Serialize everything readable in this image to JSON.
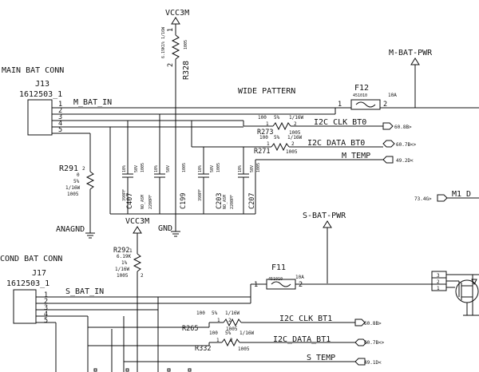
{
  "nets": {
    "vcc3m_top": "VCC3M",
    "vcc3m_mid": "VCC3M",
    "m_bat_pwr": "M-BAT-PWR",
    "s_bat_pwr": "S-BAT-PWR",
    "wide_pattern": "WIDE PATTERN",
    "m_bat_in": "M_BAT_IN",
    "s_bat_in": "S_BAT_IN",
    "i2c_clk_bt0": "I2C_CLK_BT0",
    "i2c_data_bt0": "I2C_DATA_BT0",
    "m_temp": "M_TEMP",
    "i2c_clk_bt1": "I2C_CLK_BT1",
    "i2c_data_bt1": "I2C_DATA_BT1",
    "s_temp": "S_TEMP",
    "m1_d": "M1_D",
    "anagnd": "ANAGND",
    "gnd": "GND"
  },
  "connectors": {
    "main": {
      "title": "MAIN BAT CONN",
      "ref": "J13",
      "part": "1612503_1",
      "pins": [
        "1",
        "2",
        "3",
        "4",
        "5"
      ]
    },
    "second": {
      "title": "COND BAT CONN",
      "ref": "J17",
      "part": "1612503_1"
    }
  },
  "offpage": {
    "clk_bt0": "60.8B>",
    "data_bt0": "60.7B<>",
    "m_temp": "49.2D<",
    "m1_d": "73.4G>",
    "clk_bt1": "60.8B>",
    "data_bt1": "60.7B<>",
    "s_temp": "49.1D<"
  },
  "fuses": {
    "f12": {
      "ref": "F12",
      "part": "451010",
      "rating": "10A",
      "pin1": "1",
      "pin2": "2"
    },
    "f11": {
      "ref": "F11",
      "part": "451010",
      "rating": "10A",
      "pin1": "1",
      "pin2": "2"
    }
  },
  "resistors": {
    "r328": {
      "ref": "R328",
      "value": "6.19K1% 1/16W",
      "pkg": "1005",
      "p1": "1",
      "p2": "2"
    },
    "r291": {
      "ref": "R291",
      "value": "0",
      "tol": "5%",
      "power": "1/16W",
      "pkg": "1005",
      "p1": "1",
      "p2": "2"
    },
    "r273": {
      "ref": "R273",
      "value": "100",
      "tol": "5%",
      "power": "1/16W",
      "pkg": "1005",
      "p1": "1",
      "p2": "2"
    },
    "r271": {
      "ref": "R271",
      "value": "100",
      "tol": "5%",
      "power": "1/16W",
      "pkg": "1005",
      "p1": "1",
      "p2": "2"
    },
    "r292": {
      "ref": "R292",
      "value": "6.19K",
      "tol": "1%",
      "power": "1/16W",
      "pkg": "1005",
      "p1": "1",
      "p2": "2"
    },
    "r265": {
      "ref": "R265",
      "value": "100",
      "tol": "5%",
      "power": "1/16W",
      "pkg": "1005",
      "p1": "1",
      "p2": "2"
    },
    "r332": {
      "ref": "R332",
      "value": "100",
      "tol": "5%",
      "power": "1/16W",
      "pkg": "1005",
      "p1": "1",
      "p2": "2"
    }
  },
  "capacitors": {
    "c407": {
      "ref": "C407",
      "value": "390PF",
      "rating": "10%",
      "volt": "50V",
      "pkg": "1005"
    },
    "c199": {
      "ref": "C199",
      "value": "2200PF",
      "note": "NO_ASM",
      "rating": "10%",
      "volt": "50V",
      "pkg": "1005"
    },
    "c203": {
      "ref": "C203",
      "value": "390PF",
      "rating": "10%",
      "volt": "50V",
      "pkg": "1005"
    },
    "c207": {
      "ref": "C207",
      "value": "2200PF",
      "note": "NO_ASM",
      "rating": "10%",
      "volt": "50V",
      "pkg": "1005"
    }
  },
  "misc": {
    "q3": "3",
    "q2": "2",
    "q1": "1"
  }
}
